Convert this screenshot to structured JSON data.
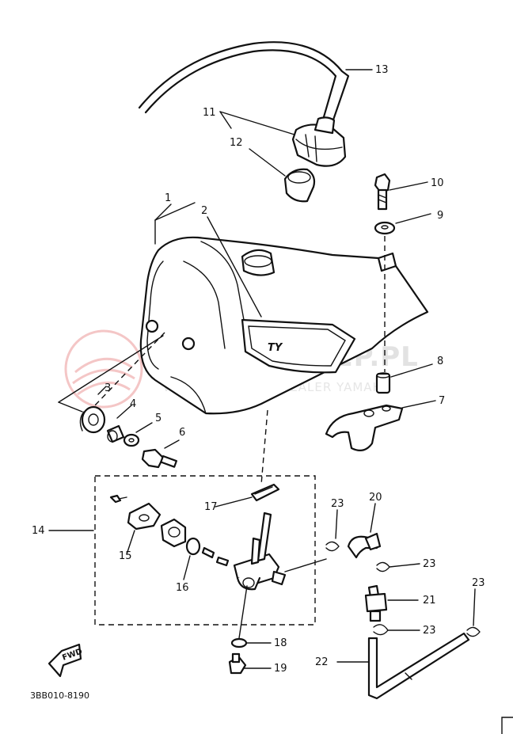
{
  "labels": {
    "p1": "1",
    "p2": "2",
    "p3": "3",
    "p4": "4",
    "p5": "5",
    "p6": "6",
    "p7": "7",
    "p8": "8",
    "p9": "9",
    "p10": "10",
    "p11": "11",
    "p12": "12",
    "p13": "13",
    "p14": "14",
    "p15": "15",
    "p16": "16",
    "p17": "17",
    "p18": "18",
    "p19": "19",
    "p20": "20",
    "p21": "21",
    "p22": "22",
    "p23a": "23",
    "p23b": "23",
    "p23c": "23",
    "p23d": "23"
  },
  "tank_logo": "TY",
  "fwd_marker": "FWD",
  "drawing_code": "3BB010-8190",
  "watermark": {
    "brand": "YAMA-SKLEP.PL",
    "tagline": "WOJCIECHOWICZ DEALER YAMAHA"
  }
}
